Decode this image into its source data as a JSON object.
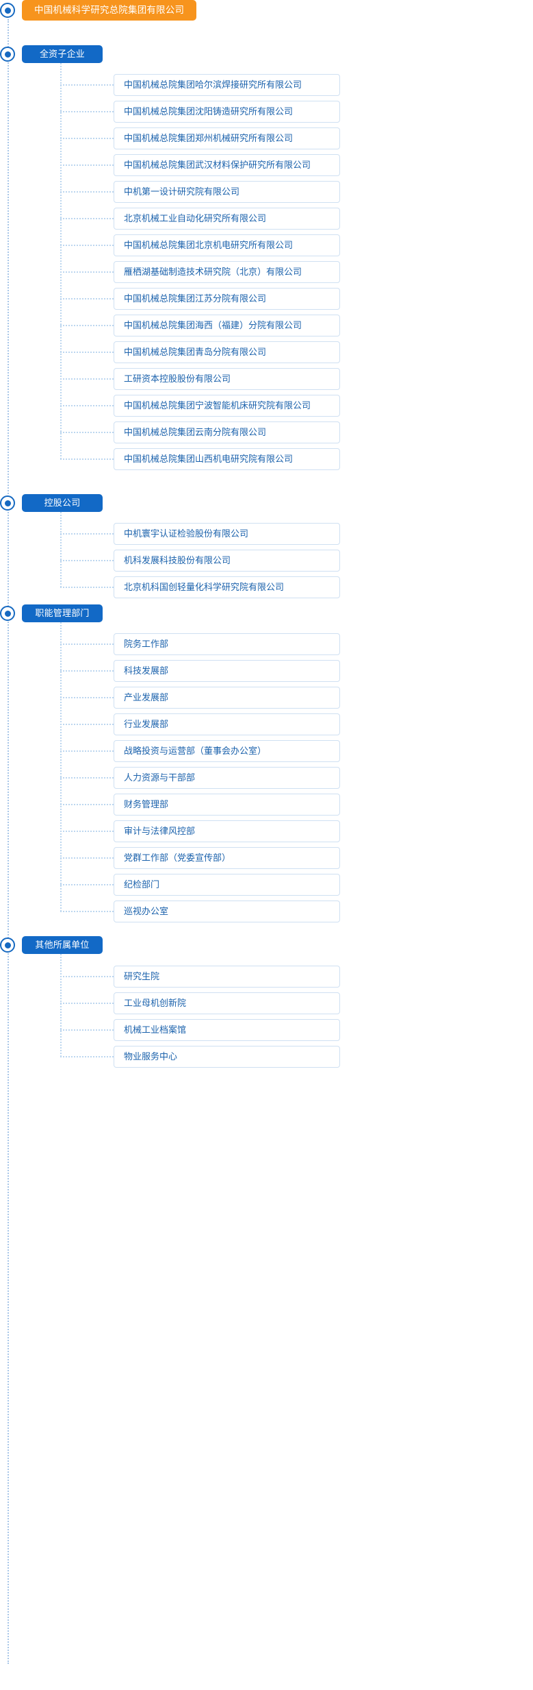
{
  "colors": {
    "root_bg": "#f7941d",
    "root_text": "#ffffff",
    "group_bg": "#1269c6",
    "group_text": "#ffffff",
    "leaf_border": "#cfe0f2",
    "leaf_text": "#1b62ac",
    "connector": "#bcd6ef",
    "spine": "#a8c6e8",
    "node_marker": "#1669c1",
    "page_bg": "#ffffff"
  },
  "root": {
    "label": "中国机械科学研究总院集团有限公司",
    "marker_icon": "radio-node-icon"
  },
  "groups": [
    {
      "label": "全资子企业",
      "marker_icon": "radio-node-icon",
      "children": [
        "中国机械总院集团哈尔滨焊接研究所有限公司",
        "中国机械总院集团沈阳铸造研究所有限公司",
        "中国机械总院集团郑州机械研究所有限公司",
        "中国机械总院集团武汉材料保护研究所有限公司",
        "中机第一设计研究院有限公司",
        "北京机械工业自动化研究所有限公司",
        "中国机械总院集团北京机电研究所有限公司",
        "雁栖湖基础制造技术研究院（北京）有限公司",
        "中国机械总院集团江苏分院有限公司",
        "中国机械总院集团海西（福建）分院有限公司",
        "中国机械总院集团青岛分院有限公司",
        "工研资本控股股份有限公司",
        "中国机械总院集团宁波智能机床研究院有限公司",
        "中国机械总院集团云南分院有限公司",
        "中国机械总院集团山西机电研究院有限公司"
      ]
    },
    {
      "label": "控股公司",
      "marker_icon": "radio-node-icon",
      "children": [
        "中机寰宇认证检验股份有限公司",
        "机科发展科技股份有限公司",
        "北京机科国创轻量化科学研究院有限公司"
      ]
    },
    {
      "label": "职能管理部门",
      "marker_icon": "radio-node-icon",
      "children": [
        "院务工作部",
        "科技发展部",
        "产业发展部",
        "行业发展部",
        "战略投资与运营部（董事会办公室）",
        "人力资源与干部部",
        "财务管理部",
        "审计与法律风控部",
        "党群工作部（党委宣传部）",
        "纪检部门",
        "巡视办公室"
      ]
    },
    {
      "label": "其他所属单位",
      "marker_icon": "radio-node-icon",
      "children": [
        "研究生院",
        "工业母机创新院",
        "机械工业档案馆",
        "物业服务中心"
      ]
    }
  ]
}
